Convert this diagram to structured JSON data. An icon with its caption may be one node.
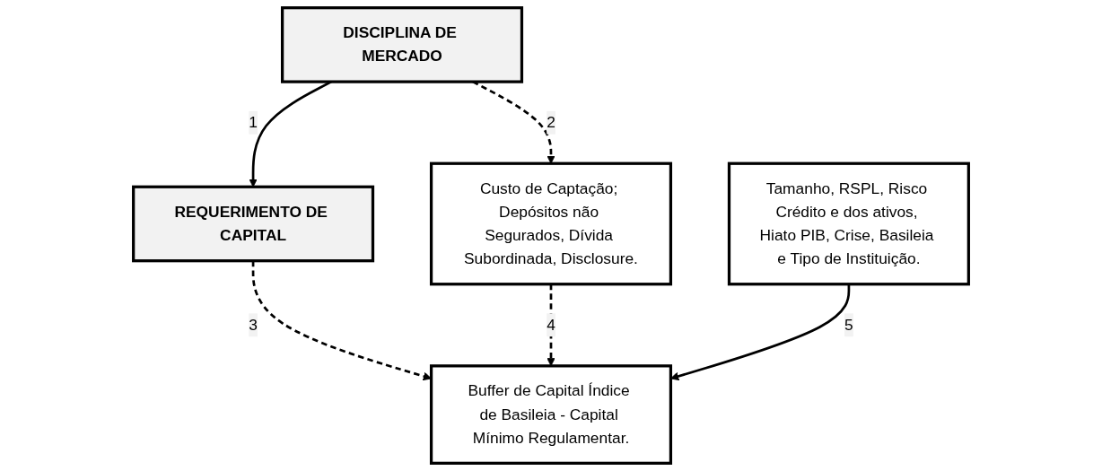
{
  "diagram": {
    "nodes": [
      {
        "text": [
          "DISCIPLINA DE MERCADO"
        ]
      },
      {
        "text": [
          "REQUERIMENTO DE CAPITAL"
        ]
      },
      {
        "text": [
          "Custo de Captação; Depósitos não Segurados, Dívida Subordinada, Disclosure."
        ]
      },
      {
        "text": [
          "Buffer de Capital Índice de Basileia - Capital Mínimo Regulamentar."
        ]
      },
      {
        "text": [
          "Tamanho, RSPL, Risco Crédito e dos ativos, Hiato PIB, Crise, Basileia e Tipo de Instituição."
        ]
      }
    ],
    "edges": [
      {
        "from": 0,
        "to": 1,
        "arrow": "to",
        "label": "1"
      },
      {
        "from": 0,
        "to": 2,
        "arrow": "to",
        "label": "2",
        "style": "dashed"
      },
      {
        "from": 1,
        "to": 3,
        "arrow": "to",
        "label": "3",
        "style": "dashed"
      },
      {
        "from": 2,
        "to": 3,
        "arrow": "to",
        "label": "4",
        "style": "dashed"
      },
      {
        "from": 4,
        "to": 3,
        "arrow": "to",
        "label": "5"
      }
    ]
  }
}
